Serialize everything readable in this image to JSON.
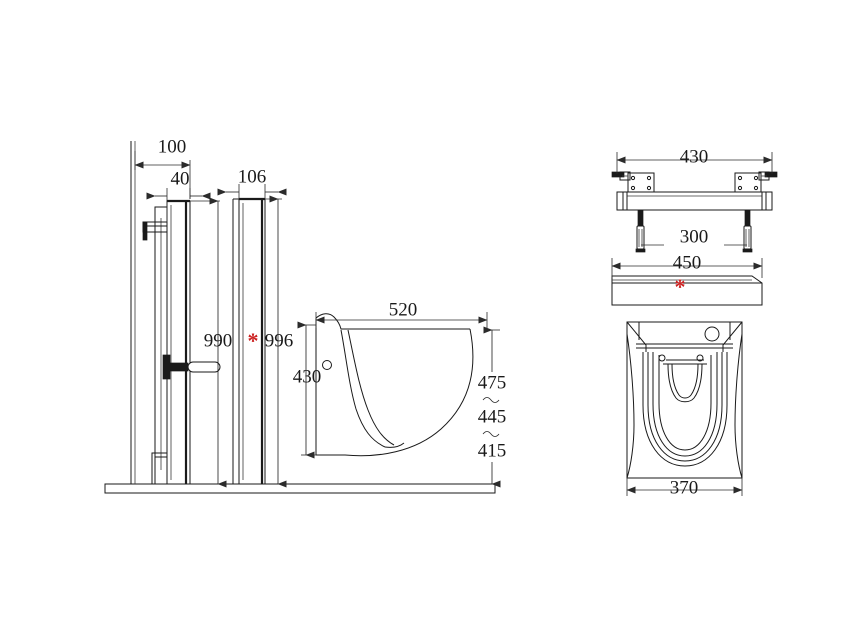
{
  "drawing": {
    "title": "Wall-hung toilet installation frame technical drawing",
    "background_color": "#ffffff",
    "line_color": "#1a1a1a",
    "accent_color": "#cc2222",
    "asterisk_symbol": "*"
  },
  "views": {
    "side_elevation": {
      "name": "side-elevation-view",
      "dimensions": {
        "wall_offset": "100",
        "frame_depth": "40",
        "panel_depth": "106",
        "frame_height": "990",
        "panel_height": "996",
        "bowl_projection": "520",
        "bowl_height": "430",
        "seat_height_high": "475",
        "seat_height_mid": "445",
        "seat_height_low": "415"
      }
    },
    "bracket_top_view": {
      "name": "bracket-top-view",
      "dimensions": {
        "overall_width": "430",
        "bolt_spacing": "300"
      }
    },
    "panel_front_view": {
      "name": "panel-front-view",
      "dimensions": {
        "width": "450"
      },
      "marker": "*"
    },
    "bowl_plan_view": {
      "name": "bowl-plan-view",
      "dimensions": {
        "width": "370"
      }
    }
  },
  "labels": {
    "d100": "100",
    "d40": "40",
    "d106": "106",
    "d990": "990",
    "d996": "996",
    "d520": "520",
    "d430_bowl": "430",
    "d475": "475",
    "d445": "445",
    "d415": "415",
    "d430_top": "430",
    "d300": "300",
    "d450": "450",
    "d370": "370",
    "star1": "*",
    "star2": "*"
  }
}
